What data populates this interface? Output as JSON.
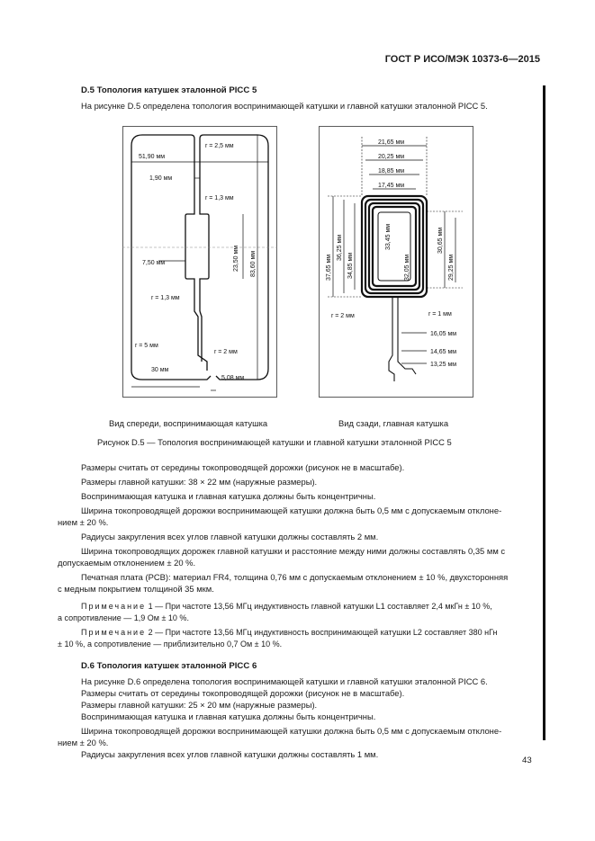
{
  "header": {
    "doc_id": "ГОСТ Р ИСО/МЭК 10373-6—2015"
  },
  "section_d5": {
    "title": "D.5 Топология катушек эталонной PICC 5",
    "intro": "На рисунке D.5 определена топология воспринимающей катушки и главной катушки эталонной PICC 5.",
    "figure": {
      "left_caption": "Вид спереди, воспринимающая катушка",
      "right_caption": "Вид сзади, главная катушка",
      "caption": "Рисунок D.5 — Топология воспринимающей катушки и главной катушки эталонной PICC 5",
      "front_labels": {
        "width": "51,90 мм",
        "r_top": "r = 2,5 мм",
        "gap": "1,90 мм",
        "r_13a": "r = 1,3 мм",
        "strip_w": "7,50 мм",
        "strip_h": "23,50 мм",
        "height": "83,60 мм",
        "r_13b": "r = 1,3 мм",
        "r_5": "r = 5 мм",
        "r_2": "r = 2 мм",
        "w30": "30 мм",
        "w508": "5,08 мм"
      },
      "back_labels": {
        "d2165": "21,65 мм",
        "d2025": "20,25 мм",
        "d1885": "18,85 мм",
        "d1745": "17,45 мм",
        "v3765": "37,65 мм",
        "v3625": "36,25 мм",
        "v3485": "34,85 мм",
        "v3345": "33,45 мм",
        "v3205": "32,05 мм",
        "v3065": "30,65 мм",
        "v2925": "29,25 мм",
        "r2": "r = 2 мм",
        "r1": "r = 1 мм",
        "d1605": "16,05 мм",
        "d1465": "14,65 мм",
        "d1325": "13,25 мм"
      }
    },
    "paragraphs": [
      "Размеры считать от середины токопроводящей дорожки (рисунок не в масштабе).",
      "Размеры главной катушки: 38 × 22 мм (наружные размеры).",
      "Воспринимающая катушка и главная катушка должны быть концентричны.",
      "Ширина токопроводящей дорожки воспринимающей катушки должна быть 0,5 мм с допускаемым отклоне-",
      "нием ± 20 %.",
      "Радиусы закругления всех углов главной катушки должны составлять 2 мм.",
      "Ширина токопроводящих дорожек главной катушки и расстояние между ними должны составлять 0,35 мм с",
      "допускаемым отклонением ± 20 %.",
      "Печатная плата (PCB): материал FR4, толщина 0,76 мм с допускаемым отклонением ± 10 %, двухсторонняя",
      "с медным покрытием толщиной 35 мкм."
    ],
    "notes": [
      {
        "label": "Примечание",
        "line1": " 1 — При частоте 13,56 МГц индуктивность главной катушки L1 составляет 2,4 мкГн ± 10 %,",
        "line2": "а сопротивление — 1,9 Ом ± 10 %."
      },
      {
        "label": "Примечание",
        "line1": " 2 — При частоте 13,56 МГц индуктивность воспринимающей катушки L2 составляет 380 нГн",
        "line2": "± 10 %, а сопротивление — приблизительно 0,7 Ом ± 10 %."
      }
    ]
  },
  "section_d6": {
    "title": "D.6 Топология катушек эталонной PICC 6",
    "paragraphs": [
      "На рисунке D.6 определена топология воспринимающей катушки и главной катушки эталонной PICC 6.",
      "Размеры считать от середины токопроводящей дорожки (рисунок не в масштабе).",
      "Размеры главной катушки: 25 × 20 мм (наружные размеры).",
      "Воспринимающая катушка и главная катушка должны быть концентричны.",
      "Ширина токопроводящей дорожки воспринимающей катушки должна быть 0,5 мм с допускаемым отклоне-",
      "нием ± 20 %.",
      "Радиусы закругления всех углов главной катушки должны составлять 1 мм."
    ]
  },
  "page_number": "43"
}
